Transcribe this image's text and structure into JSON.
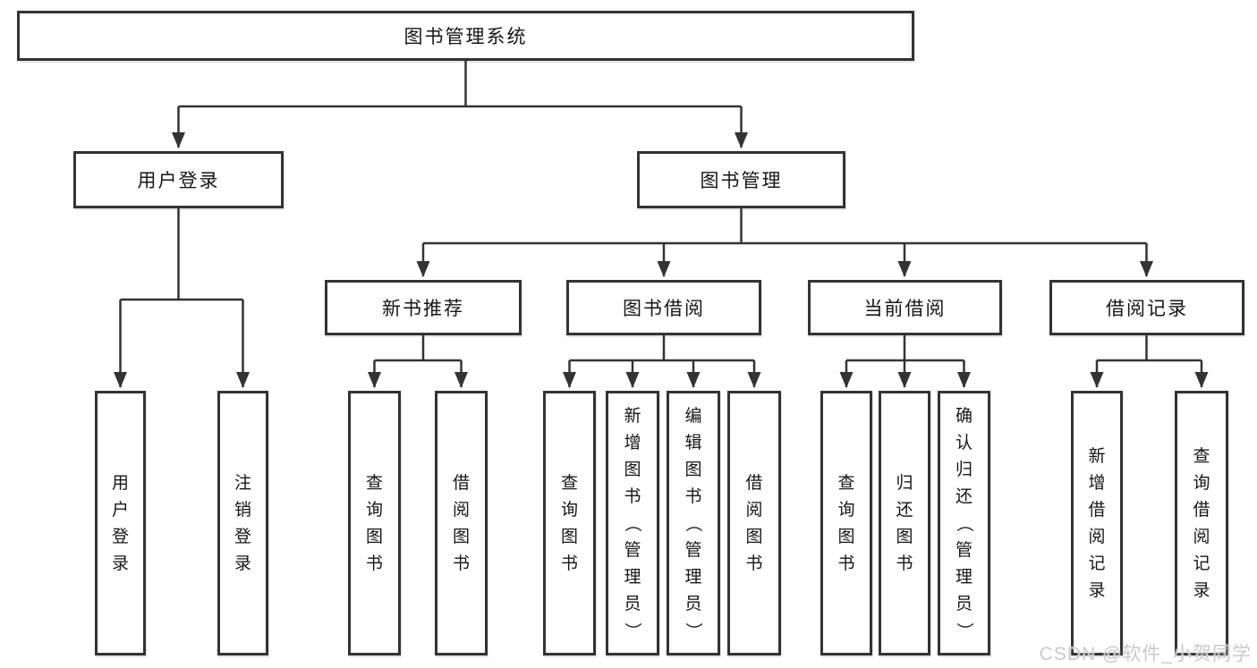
{
  "diagram": {
    "type": "hierarchy-tree",
    "root": {
      "label": "图书管理系统"
    },
    "branches": [
      {
        "label": "用户登录",
        "children": [
          {
            "label": "用户登录"
          },
          {
            "label": "注销登录"
          }
        ]
      },
      {
        "label": "图书管理",
        "children": [
          {
            "label": "新书推荐",
            "children": [
              {
                "label": "查询图书"
              },
              {
                "label": "借阅图书"
              }
            ]
          },
          {
            "label": "图书借阅",
            "children": [
              {
                "label": "查询图书"
              },
              {
                "label": "新增图书（管理员）"
              },
              {
                "label": "编辑图书（管理员）"
              },
              {
                "label": "借阅图书"
              }
            ]
          },
          {
            "label": "当前借阅",
            "children": [
              {
                "label": "查询图书"
              },
              {
                "label": "归还图书"
              },
              {
                "label": "确认归还（管理员）"
              }
            ]
          },
          {
            "label": "借阅记录",
            "children": [
              {
                "label": "新增借阅记录"
              },
              {
                "label": "查询借阅记录"
              }
            ]
          }
        ]
      }
    ],
    "colors": {
      "line": "#333333",
      "box_border": "#333333",
      "box_fill": "#ffffff",
      "text": "#161616"
    }
  },
  "watermark": {
    "text": "CSDN @软件_小贺同学",
    "color": "#c9c9c9"
  }
}
